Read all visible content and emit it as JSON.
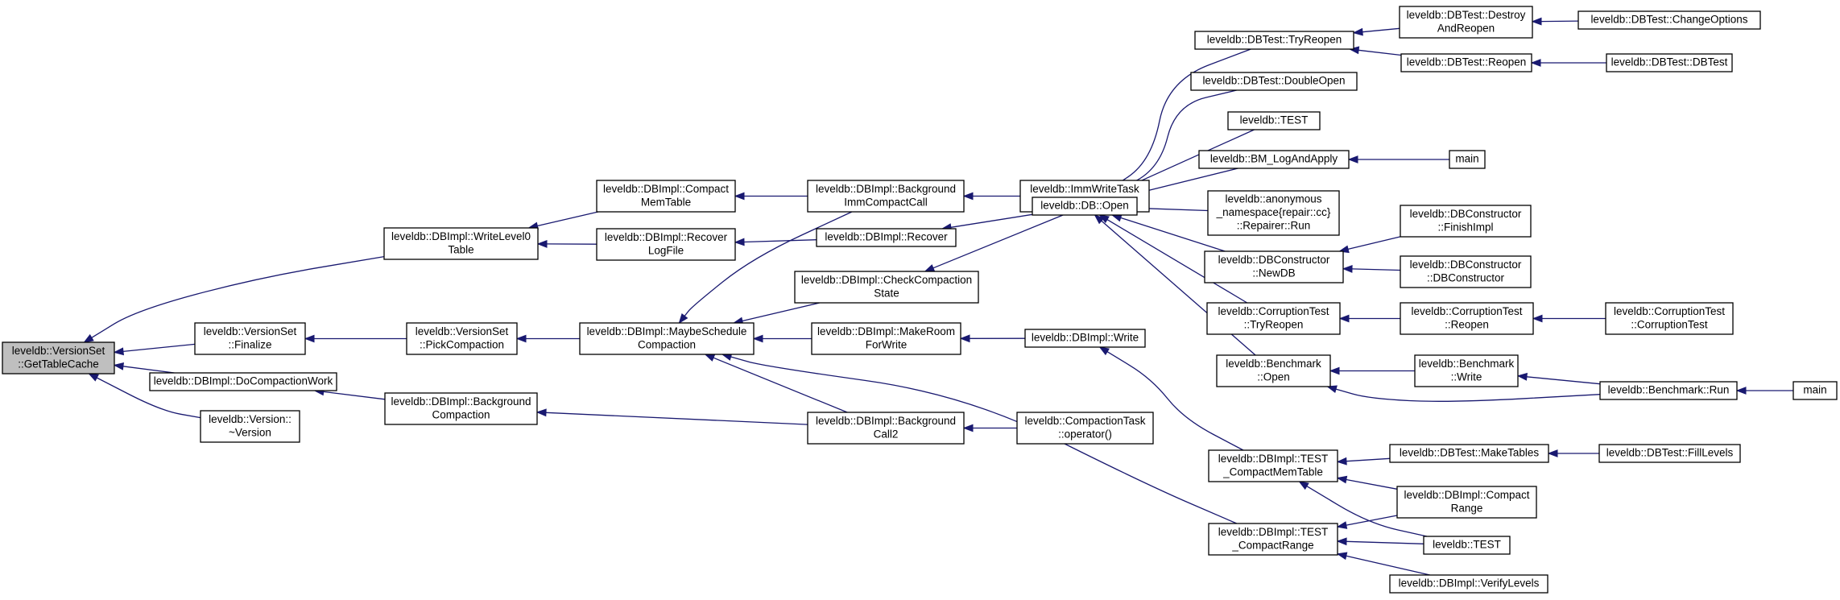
{
  "graph": {
    "colors": {
      "edge": "#191970",
      "root_fill": "#bfbfbf",
      "node_fill": "#ffffff",
      "border": "#000000"
    },
    "root": "GetTableCache",
    "nodes": [
      {
        "id": "GetTableCache",
        "lines": [
          "leveldb::VersionSet",
          "::GetTableCache"
        ]
      },
      {
        "id": "WriteLevel0Table",
        "lines": [
          "leveldb::DBImpl::WriteLevel0",
          "Table"
        ]
      },
      {
        "id": "Finalize",
        "lines": [
          "leveldb::VersionSet",
          "::Finalize"
        ]
      },
      {
        "id": "DoCompactionWork",
        "lines": [
          "leveldb::DBImpl::DoCompactionWork"
        ]
      },
      {
        "id": "VersionDtor",
        "lines": [
          "leveldb::Version::",
          "~Version"
        ]
      },
      {
        "id": "CompactMemTable",
        "lines": [
          "leveldb::DBImpl::Compact",
          "MemTable"
        ]
      },
      {
        "id": "RecoverLogFile",
        "lines": [
          "leveldb::DBImpl::Recover",
          "LogFile"
        ]
      },
      {
        "id": "PickCompaction",
        "lines": [
          "leveldb::VersionSet",
          "::PickCompaction"
        ]
      },
      {
        "id": "BackgroundCompaction",
        "lines": [
          "leveldb::DBImpl::Background",
          "Compaction"
        ]
      },
      {
        "id": "MaybeScheduleCompaction",
        "lines": [
          "leveldb::DBImpl::MaybeSchedule",
          "Compaction"
        ]
      },
      {
        "id": "BackgroundImmCompactCall",
        "lines": [
          "leveldb::DBImpl::Background",
          "ImmCompactCall"
        ]
      },
      {
        "id": "Recover",
        "lines": [
          "leveldb::DBImpl::Recover"
        ]
      },
      {
        "id": "CheckCompactionState",
        "lines": [
          "leveldb::DBImpl::CheckCompaction",
          "State"
        ]
      },
      {
        "id": "MakeRoomForWrite",
        "lines": [
          "leveldb::DBImpl::MakeRoom",
          "ForWrite"
        ]
      },
      {
        "id": "BackgroundCall2",
        "lines": [
          "leveldb::DBImpl::Background",
          "Call2"
        ]
      },
      {
        "id": "ImmWriteTaskOp",
        "lines": [
          "leveldb::ImmWriteTask",
          "::operator()"
        ]
      },
      {
        "id": "DBOpen",
        "lines": [
          "leveldb::DB::Open"
        ]
      },
      {
        "id": "DBImplWrite",
        "lines": [
          "leveldb::DBImpl::Write"
        ]
      },
      {
        "id": "CompactionTaskOp",
        "lines": [
          "leveldb::CompactionTask",
          "::operator()"
        ]
      },
      {
        "id": "TryReopen",
        "lines": [
          "leveldb::DBTest::TryReopen"
        ]
      },
      {
        "id": "DoubleOpen",
        "lines": [
          "leveldb::DBTest::DoubleOpen"
        ]
      },
      {
        "id": "TEST1",
        "lines": [
          "leveldb::TEST"
        ]
      },
      {
        "id": "BMLogAndApply",
        "lines": [
          "leveldb::BM_LogAndApply"
        ]
      },
      {
        "id": "RepairerRun",
        "lines": [
          "leveldb::anonymous",
          "_namespace{repair::cc}",
          "::Repairer::Run"
        ]
      },
      {
        "id": "NewDB",
        "lines": [
          "leveldb::DBConstructor",
          "::NewDB"
        ]
      },
      {
        "id": "CorruptionTryReopen",
        "lines": [
          "leveldb::CorruptionTest",
          "::TryReopen"
        ]
      },
      {
        "id": "BenchmarkOpen",
        "lines": [
          "leveldb::Benchmark",
          "::Open"
        ]
      },
      {
        "id": "TESTCompactMemTable",
        "lines": [
          "leveldb::DBImpl::TEST",
          "_CompactMemTable"
        ]
      },
      {
        "id": "TESTCompactRange",
        "lines": [
          "leveldb::DBImpl::TEST",
          "_CompactRange"
        ]
      },
      {
        "id": "DestroyAndReopen",
        "lines": [
          "leveldb::DBTest::Destroy",
          "AndReopen"
        ]
      },
      {
        "id": "DBTestReopen",
        "lines": [
          "leveldb::DBTest::Reopen"
        ]
      },
      {
        "id": "main1",
        "lines": [
          "main"
        ]
      },
      {
        "id": "FinishImpl",
        "lines": [
          "leveldb::DBConstructor",
          "::FinishImpl"
        ]
      },
      {
        "id": "DBConstructorCtor",
        "lines": [
          "leveldb::DBConstructor",
          "::DBConstructor"
        ]
      },
      {
        "id": "CorruptionReopen",
        "lines": [
          "leveldb::CorruptionTest",
          "::Reopen"
        ]
      },
      {
        "id": "BenchmarkWrite",
        "lines": [
          "leveldb::Benchmark",
          "::Write"
        ]
      },
      {
        "id": "MakeTables",
        "lines": [
          "leveldb::DBTest::MakeTables"
        ]
      },
      {
        "id": "CompactRange",
        "lines": [
          "leveldb::DBImpl::Compact",
          "Range"
        ]
      },
      {
        "id": "TEST2",
        "lines": [
          "leveldb::TEST"
        ]
      },
      {
        "id": "VerifyLevels",
        "lines": [
          "leveldb::DBImpl::VerifyLevels"
        ]
      },
      {
        "id": "ChangeOptions",
        "lines": [
          "leveldb::DBTest::ChangeOptions"
        ]
      },
      {
        "id": "DBTestCtor",
        "lines": [
          "leveldb::DBTest::DBTest"
        ]
      },
      {
        "id": "CorruptionTestCtor",
        "lines": [
          "leveldb::CorruptionTest",
          "::CorruptionTest"
        ]
      },
      {
        "id": "BenchmarkRun",
        "lines": [
          "leveldb::Benchmark::Run"
        ]
      },
      {
        "id": "main2",
        "lines": [
          "main"
        ]
      },
      {
        "id": "FillLevels",
        "lines": [
          "leveldb::DBTest::FillLevels"
        ]
      }
    ],
    "edges": [
      [
        "WriteLevel0Table",
        "GetTableCache"
      ],
      [
        "Finalize",
        "GetTableCache"
      ],
      [
        "DoCompactionWork",
        "GetTableCache"
      ],
      [
        "VersionDtor",
        "GetTableCache"
      ],
      [
        "CompactMemTable",
        "WriteLevel0Table"
      ],
      [
        "RecoverLogFile",
        "WriteLevel0Table"
      ],
      [
        "PickCompaction",
        "Finalize"
      ],
      [
        "BackgroundCompaction",
        "DoCompactionWork"
      ],
      [
        "BackgroundImmCompactCall",
        "CompactMemTable"
      ],
      [
        "Recover",
        "RecoverLogFile"
      ],
      [
        "MaybeScheduleCompaction",
        "PickCompaction"
      ],
      [
        "BackgroundCall2",
        "BackgroundCompaction"
      ],
      [
        "BackgroundImmCompactCall",
        "MaybeScheduleCompaction"
      ],
      [
        "CheckCompactionState",
        "MaybeScheduleCompaction"
      ],
      [
        "MakeRoomForWrite",
        "MaybeScheduleCompaction"
      ],
      [
        "BackgroundCall2",
        "MaybeScheduleCompaction"
      ],
      [
        "TESTCompactRange",
        "MaybeScheduleCompaction"
      ],
      [
        "ImmWriteTaskOp",
        "BackgroundImmCompactCall"
      ],
      [
        "DBOpen",
        "Recover"
      ],
      [
        "DBOpen",
        "CheckCompactionState"
      ],
      [
        "DBImplWrite",
        "MakeRoomForWrite"
      ],
      [
        "CompactionTaskOp",
        "BackgroundCall2"
      ],
      [
        "TryReopen",
        "DBOpen"
      ],
      [
        "DoubleOpen",
        "DBOpen"
      ],
      [
        "TEST1",
        "DBOpen"
      ],
      [
        "BMLogAndApply",
        "DBOpen"
      ],
      [
        "RepairerRun",
        "DBOpen"
      ],
      [
        "NewDB",
        "DBOpen"
      ],
      [
        "CorruptionTryReopen",
        "DBOpen"
      ],
      [
        "BenchmarkOpen",
        "DBOpen"
      ],
      [
        "TESTCompactMemTable",
        "DBImplWrite"
      ],
      [
        "DestroyAndReopen",
        "TryReopen"
      ],
      [
        "DBTestReopen",
        "TryReopen"
      ],
      [
        "main1",
        "BMLogAndApply"
      ],
      [
        "FinishImpl",
        "NewDB"
      ],
      [
        "DBConstructorCtor",
        "NewDB"
      ],
      [
        "CorruptionReopen",
        "CorruptionTryReopen"
      ],
      [
        "BenchmarkWrite",
        "BenchmarkOpen"
      ],
      [
        "BenchmarkRun",
        "BenchmarkOpen"
      ],
      [
        "MakeTables",
        "TESTCompactMemTable"
      ],
      [
        "CompactRange",
        "TESTCompactMemTable"
      ],
      [
        "TEST2",
        "TESTCompactMemTable"
      ],
      [
        "CompactRange",
        "TESTCompactRange"
      ],
      [
        "TEST2",
        "TESTCompactRange"
      ],
      [
        "VerifyLevels",
        "TESTCompactRange"
      ],
      [
        "ChangeOptions",
        "DestroyAndReopen"
      ],
      [
        "DBTestCtor",
        "DBTestReopen"
      ],
      [
        "CorruptionTestCtor",
        "CorruptionReopen"
      ],
      [
        "BenchmarkRun",
        "BenchmarkWrite"
      ],
      [
        "main2",
        "BenchmarkRun"
      ],
      [
        "FillLevels",
        "MakeTables"
      ]
    ]
  }
}
